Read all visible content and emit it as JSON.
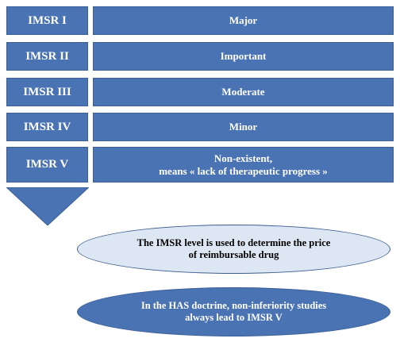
{
  "levels": [
    {
      "level": "IMSR I",
      "description_lines": [
        "Major"
      ]
    },
    {
      "level": "IMSR II",
      "description_lines": [
        "Important"
      ]
    },
    {
      "level": "IMSR III",
      "description_lines": [
        "Moderate"
      ]
    },
    {
      "level": "IMSR IV",
      "description_lines": [
        "Minor"
      ]
    },
    {
      "level": "IMSR V",
      "description_lines": [
        "Non-existent,",
        "means « lack of therapeutic progress »"
      ]
    }
  ],
  "notes": {
    "price_note_lines": [
      "The IMSR level is used to determine the price",
      "of reimbursable drug"
    ],
    "doctrine_note_lines": [
      "In the HAS doctrine, non-inferiority studies",
      "always lead to IMSR V"
    ]
  },
  "colors": {
    "box_fill": "#4a73b4",
    "box_border": "#3b5f96",
    "light_ellipse_fill": "#dde7f3",
    "text_light": "#ffffff",
    "text_dark": "#000000"
  },
  "icons": {
    "arrow": "down-triangle-icon"
  }
}
